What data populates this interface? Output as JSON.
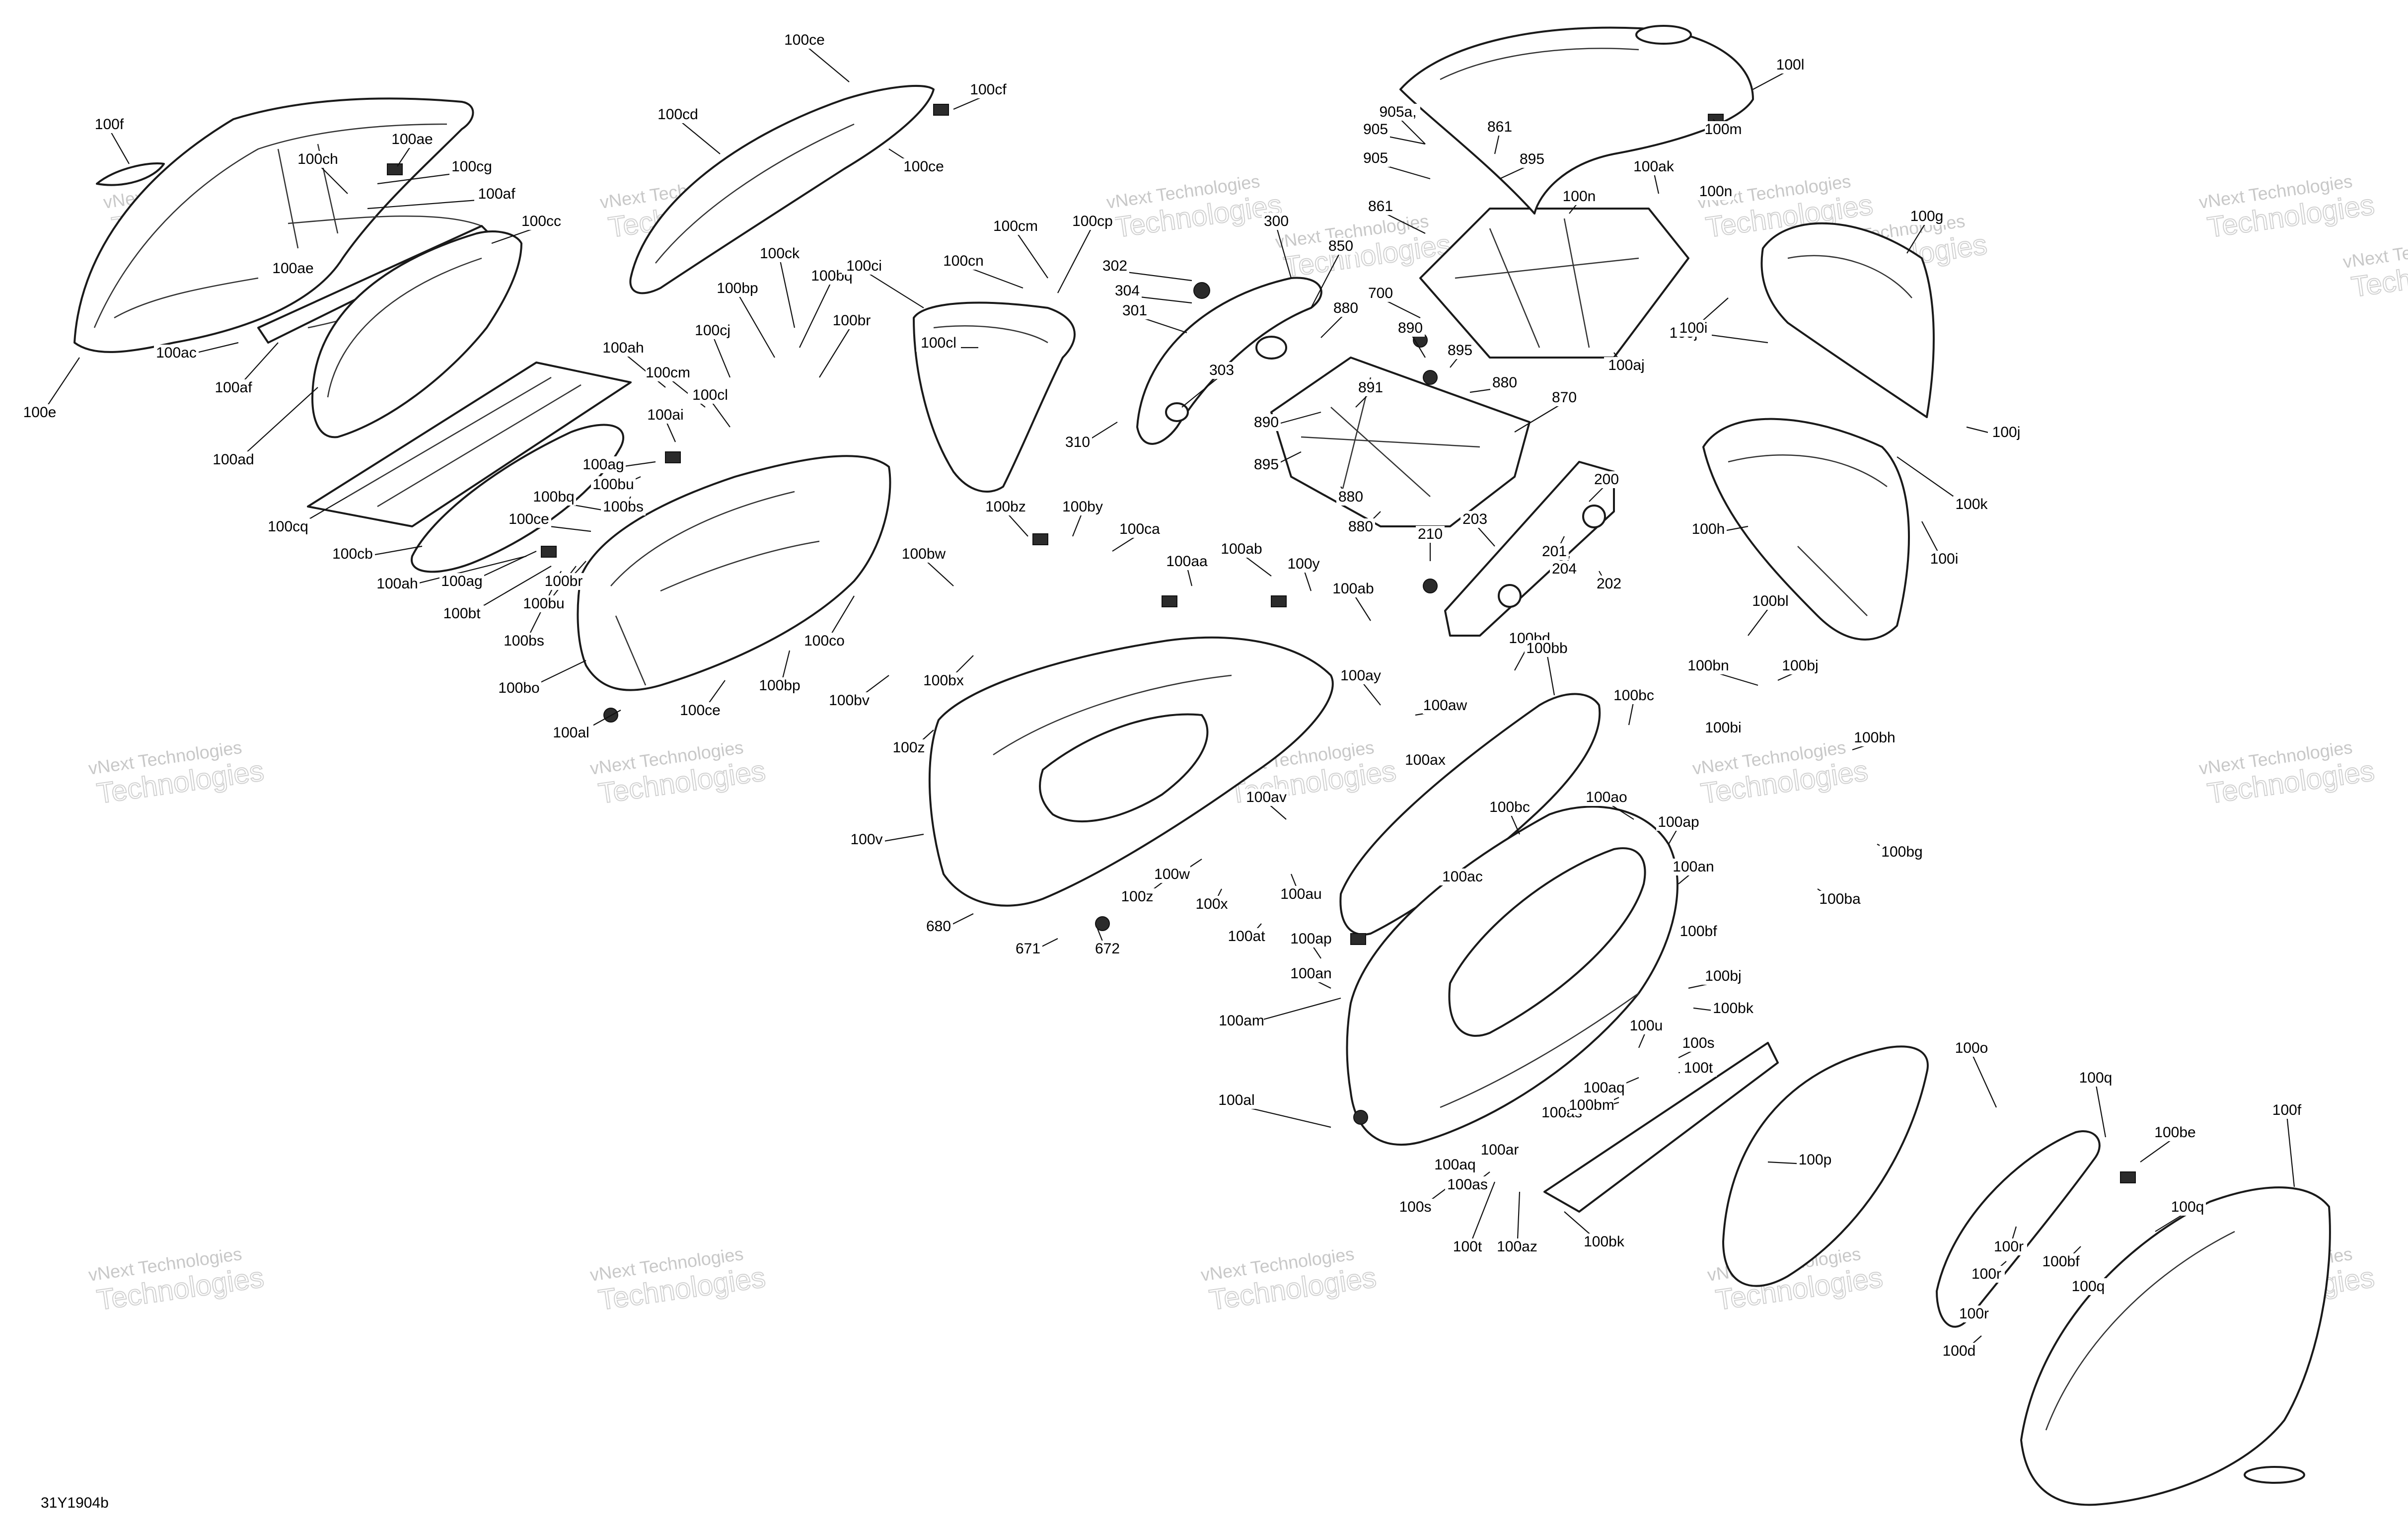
{
  "diagram": {
    "document_code": "31Y1904b",
    "watermark": {
      "line1": "vNext Technologies",
      "line2": "Technologies"
    },
    "callouts": [
      "100ce",
      "100cf",
      "100ce",
      "100cd",
      "100f",
      "100ae",
      "100ch",
      "100cg",
      "100af",
      "100cc",
      "100ae",
      "100ac",
      "100af",
      "100e",
      "100ad",
      "100cq",
      "100cb",
      "100ah",
      "100ag",
      "100bt",
      "100bs",
      "100bu",
      "100br",
      "100ce",
      "100bq",
      "100bs",
      "100bu",
      "100ag",
      "100ai",
      "100ah",
      "100cm",
      "100cj",
      "100cl",
      "100bp",
      "100ck",
      "100bq",
      "100br",
      "100bo",
      "100al",
      "100ce",
      "100bp",
      "100co",
      "100ci",
      "100cl",
      "100cn",
      "100cm",
      "100cp",
      "302",
      "304",
      "301",
      "303",
      "310",
      "300",
      "850",
      "880",
      "891",
      "890",
      "895",
      "880",
      "870",
      "880",
      "861",
      "700",
      "890",
      "895",
      "880",
      "905a,",
      "905",
      "905",
      "861",
      "895",
      "100n",
      "100l",
      "100m",
      "100ak",
      "100n",
      "100aj",
      "100j",
      "100g",
      "100i",
      "100j",
      "100k",
      "100h",
      "100i",
      "200",
      "203",
      "201",
      "204",
      "202",
      "210",
      "100bz",
      "100by",
      "100ca",
      "100bw",
      "100bx",
      "100bv",
      "100aa",
      "100ab",
      "100y",
      "100ab",
      "100ay",
      "100aw",
      "100ax",
      "100z",
      "100v",
      "680",
      "671",
      "672",
      "100w",
      "100x",
      "100av",
      "100au",
      "100at",
      "100z",
      "100bd",
      "100bb",
      "100bc",
      "100ao",
      "100ap",
      "100an",
      "100bf",
      "100ac",
      "100ap",
      "100an",
      "100bj",
      "100bk",
      "100bc",
      "100am",
      "100al",
      "100u",
      "100s",
      "100t",
      "100aq",
      "100as",
      "100bm",
      "100ar",
      "100aq",
      "100as",
      "100s",
      "100t",
      "100az",
      "100bk",
      "100bl",
      "100bn",
      "100bj",
      "100bi",
      "100bh",
      "100bg",
      "100ba",
      "100p",
      "100o",
      "100q",
      "100be",
      "100q",
      "100r",
      "100r",
      "100bf",
      "100q",
      "100r",
      "100d",
      "100f"
    ]
  }
}
